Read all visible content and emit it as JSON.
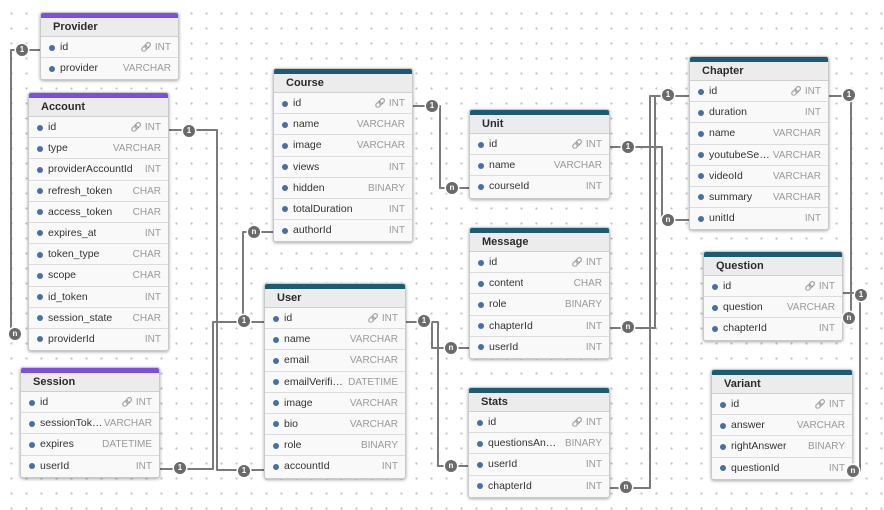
{
  "tables": {
    "provider": {
      "name": "Provider",
      "fields": [
        {
          "name": "id",
          "type": "INT",
          "pk": true
        },
        {
          "name": "provider",
          "type": "VARCHAR"
        }
      ]
    },
    "account": {
      "name": "Account",
      "fields": [
        {
          "name": "id",
          "type": "INT",
          "pk": true
        },
        {
          "name": "type",
          "type": "VARCHAR"
        },
        {
          "name": "providerAccountId",
          "type": "INT"
        },
        {
          "name": "refresh_token",
          "type": "CHAR"
        },
        {
          "name": "access_token",
          "type": "CHAR"
        },
        {
          "name": "expires_at",
          "type": "INT"
        },
        {
          "name": "token_type",
          "type": "CHAR"
        },
        {
          "name": "scope",
          "type": "CHAR"
        },
        {
          "name": "id_token",
          "type": "INT"
        },
        {
          "name": "session_state",
          "type": "CHAR"
        },
        {
          "name": "providerId",
          "type": "INT"
        }
      ]
    },
    "session": {
      "name": "Session",
      "fields": [
        {
          "name": "id",
          "type": "INT",
          "pk": true
        },
        {
          "name": "sessionTok…",
          "type": "VARCHAR"
        },
        {
          "name": "expires",
          "type": "DATETIME"
        },
        {
          "name": "userId",
          "type": "INT"
        }
      ]
    },
    "course": {
      "name": "Course",
      "fields": [
        {
          "name": "id",
          "type": "INT",
          "pk": true
        },
        {
          "name": "name",
          "type": "VARCHAR"
        },
        {
          "name": "image",
          "type": "VARCHAR"
        },
        {
          "name": "views",
          "type": "INT"
        },
        {
          "name": "hidden",
          "type": "BINARY"
        },
        {
          "name": "totalDuration",
          "type": "INT"
        },
        {
          "name": "authorId",
          "type": "INT"
        }
      ]
    },
    "user": {
      "name": "User",
      "fields": [
        {
          "name": "id",
          "type": "INT",
          "pk": true
        },
        {
          "name": "name",
          "type": "VARCHAR"
        },
        {
          "name": "email",
          "type": "VARCHAR"
        },
        {
          "name": "emailVerifi…",
          "type": "DATETIME"
        },
        {
          "name": "image",
          "type": "VARCHAR"
        },
        {
          "name": "bio",
          "type": "VARCHAR"
        },
        {
          "name": "role",
          "type": "BINARY"
        },
        {
          "name": "accountId",
          "type": "INT"
        }
      ]
    },
    "unit": {
      "name": "Unit",
      "fields": [
        {
          "name": "id",
          "type": "INT",
          "pk": true
        },
        {
          "name": "name",
          "type": "VARCHAR"
        },
        {
          "name": "courseId",
          "type": "INT"
        }
      ]
    },
    "message": {
      "name": "Message",
      "fields": [
        {
          "name": "id",
          "type": "INT",
          "pk": true
        },
        {
          "name": "content",
          "type": "CHAR"
        },
        {
          "name": "role",
          "type": "BINARY"
        },
        {
          "name": "chapterId",
          "type": "INT"
        },
        {
          "name": "userId",
          "type": "INT"
        }
      ]
    },
    "stats": {
      "name": "Stats",
      "fields": [
        {
          "name": "id",
          "type": "INT",
          "pk": true
        },
        {
          "name": "questionsAn…",
          "type": "BINARY"
        },
        {
          "name": "userId",
          "type": "INT"
        },
        {
          "name": "chapterId",
          "type": "INT"
        }
      ]
    },
    "chapter": {
      "name": "Chapter",
      "fields": [
        {
          "name": "id",
          "type": "INT",
          "pk": true
        },
        {
          "name": "duration",
          "type": "INT"
        },
        {
          "name": "name",
          "type": "VARCHAR"
        },
        {
          "name": "youtubeSe…",
          "type": "VARCHAR"
        },
        {
          "name": "videoId",
          "type": "VARCHAR"
        },
        {
          "name": "summary",
          "type": "VARCHAR"
        },
        {
          "name": "unitId",
          "type": "INT"
        }
      ]
    },
    "question": {
      "name": "Question",
      "fields": [
        {
          "name": "id",
          "type": "INT",
          "pk": true
        },
        {
          "name": "question",
          "type": "VARCHAR"
        },
        {
          "name": "chapterId",
          "type": "INT"
        }
      ]
    },
    "variant": {
      "name": "Variant",
      "fields": [
        {
          "name": "id",
          "type": "INT",
          "pk": true
        },
        {
          "name": "answer",
          "type": "VARCHAR"
        },
        {
          "name": "rightAnswer",
          "type": "BINARY"
        },
        {
          "name": "questionId",
          "type": "INT"
        }
      ]
    }
  },
  "cardinality": {
    "one": "1",
    "many": "n"
  },
  "colors": {
    "header_purple": "#7b4fe0",
    "header_teal": "#1e5b72",
    "connector": "#6a6a6a",
    "field_dot": "#4a6fa5"
  }
}
